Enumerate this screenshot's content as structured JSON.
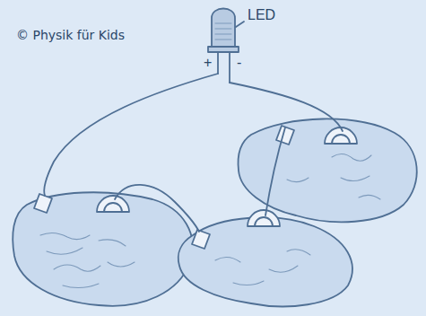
{
  "diagram": {
    "labels": [
      "© Physik für Kids",
      "LED",
      "+",
      "-"
    ]
  }
}
